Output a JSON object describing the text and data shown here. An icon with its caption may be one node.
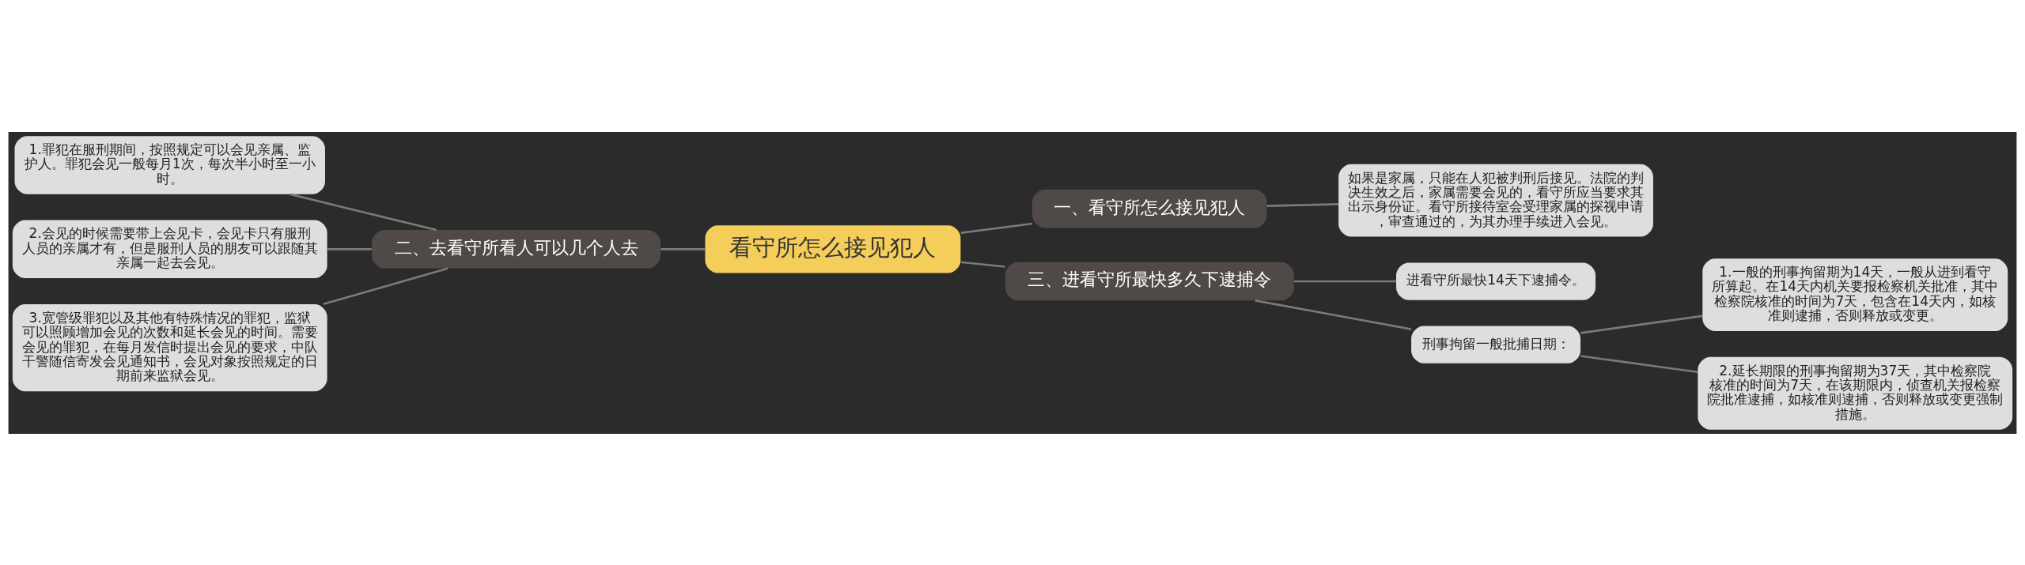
{
  "diagram": {
    "nodes": [
      {
        "text": [
          "看守所怎么接见犯人"
        ]
      },
      {
        "text": [
          "一、看守所怎么接见犯人"
        ]
      },
      {
        "text": [
          "如果是家属，只能在人犯被判刑后接见。法院的判决生效之后，家属需要会见的，看守所应当要求其出示身份证。看守所接待室会受理家属的探视申请，审查通过的，为其办理手续进入会见。"
        ]
      },
      {
        "text": [
          "二、去看守所看人可以几个人去"
        ]
      },
      {
        "text": [
          "1.罪犯在服刑期间，按照规定可以会见亲属、监护人。罪犯会见一般每月1次，每次半小时至一小时。"
        ]
      },
      {
        "text": [
          "2.会见的时候需要带上会见卡，会见卡只有服刑人员的亲属才有，但是服刑人员的朋友可以跟随其亲属一起去会见。"
        ]
      },
      {
        "text": [
          "3.宽管级罪犯以及其他有特殊情况的罪犯，监狱可以照顾增加会见的次数和延长会见的时间。需要会见的罪犯，在每月发信时提出会见的要求，中队干警随信寄发会见通知书，会见对象按照规定的日期前来监狱会见。"
        ]
      },
      {
        "text": [
          "三、进看守所最快多久下逮捕令"
        ]
      },
      {
        "text": [
          "进看守所最快14天下逮捕令。"
        ]
      },
      {
        "text": [
          "刑事拘留一般批捕日期："
        ]
      },
      {
        "text": [
          "1.一般的刑事拘留期为14天，一般从进到看守所算起。在14天内机关要报检察机关批准，其中检察院核准的时间为7天，包含在14天内，如核准则逮捕，否则释放或变更。"
        ]
      },
      {
        "text": [
          "2.延长期限的刑事拘留期为37天，其中检察院核准的时间为7天，在该期限内，侦查机关报检察院批准逮捕，如核准则逮捕，否则释放或变更强制措施。"
        ]
      }
    ],
    "edges": [
      {
        "from": 0,
        "to": 1,
        "arrow": "none"
      },
      {
        "from": 1,
        "to": 2,
        "arrow": "none"
      },
      {
        "from": 0,
        "to": 3,
        "arrow": "none"
      },
      {
        "from": 3,
        "to": 4,
        "arrow": "none"
      },
      {
        "from": 3,
        "to": 5,
        "arrow": "none"
      },
      {
        "from": 3,
        "to": 6,
        "arrow": "none"
      },
      {
        "from": 0,
        "to": 7,
        "arrow": "none"
      },
      {
        "from": 7,
        "to": 8,
        "arrow": "none"
      },
      {
        "from": 7,
        "to": 9,
        "arrow": "none"
      },
      {
        "from": 9,
        "to": 10,
        "arrow": "none"
      },
      {
        "from": 9,
        "to": 11,
        "arrow": "none"
      }
    ]
  }
}
